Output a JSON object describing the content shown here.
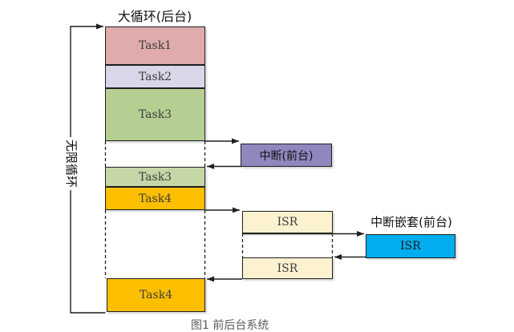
{
  "diagram": {
    "title": "大循环(后台)",
    "loop_label": "无限循环",
    "nested_title": "中断嵌套(前台)",
    "caption_fragment": "图1 前后台系统",
    "background_tasks": [
      {
        "id": "task1",
        "label": "Task1",
        "color": "#dfabab"
      },
      {
        "id": "task2",
        "label": "Task2",
        "color": "#d9d6e9"
      },
      {
        "id": "task3",
        "label": "Task3",
        "color": "#b5cf92"
      },
      {
        "id": "task3-resume",
        "label": "Task3",
        "color": "#c5d7a6"
      },
      {
        "id": "task4",
        "label": "Task4",
        "color": "#fdbf00"
      },
      {
        "id": "task4-resume",
        "label": "Task4",
        "color": "#fdbf00"
      }
    ],
    "foreground": {
      "interrupt_label": "中断(前台)",
      "isr1_label": "ISR",
      "isr2_label": "ISR",
      "nested_isr_label": "ISR"
    },
    "colors": {
      "task1": "#dfabab",
      "task2": "#d9d6e9",
      "task3": "#b5cf92",
      "task3_resume": "#c5d7a6",
      "task4": "#fdbf00",
      "interrupt": "#9286bf",
      "isr": "#fdf2d0",
      "nested_isr": "#00aeef",
      "line": "#1f1f1f"
    }
  }
}
